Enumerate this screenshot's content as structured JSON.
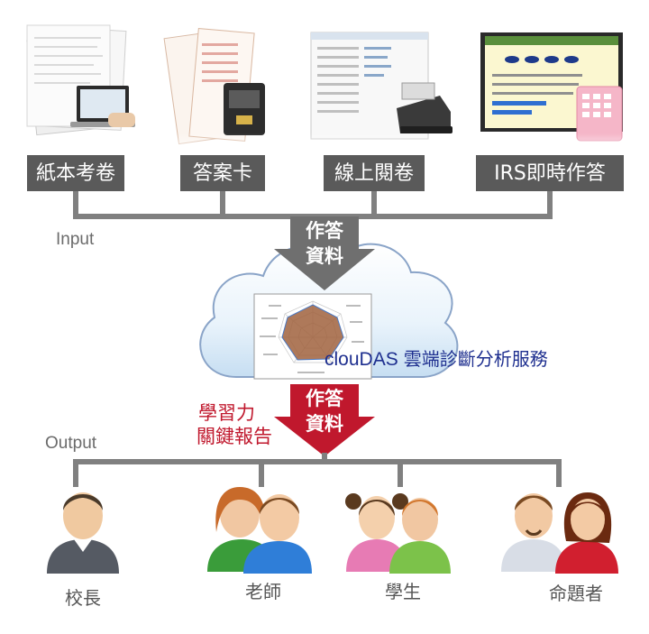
{
  "sources": [
    {
      "id": "paper",
      "label": "紙本考卷",
      "icon": "paper-exam-icon"
    },
    {
      "id": "card",
      "label": "答案卡",
      "icon": "answer-card-scanner-icon"
    },
    {
      "id": "online",
      "label": "線上閱卷",
      "icon": "online-grading-icon"
    },
    {
      "id": "irs",
      "label": "IRS即時作答",
      "icon": "irs-clicker-icon"
    }
  ],
  "input_label": "Input",
  "output_label": "Output",
  "top_arrow": {
    "line1": "作答",
    "line2": "資料",
    "color": "#6f6f6f"
  },
  "bottom_arrow": {
    "line1": "作答",
    "line2": "資料",
    "color": "#c0182d"
  },
  "service": {
    "en": "clouDAS",
    "zh": "雲端診斷分析服務",
    "color": "#1e2f8f"
  },
  "report": {
    "line1": "學習力",
    "line2": "關鍵報告",
    "color": "#c0182d"
  },
  "roles": [
    {
      "id": "principal",
      "label": "校長",
      "icon": "principal-avatar-icon"
    },
    {
      "id": "teacher",
      "label": "老師",
      "icon": "teachers-avatar-icon"
    },
    {
      "id": "student",
      "label": "學生",
      "icon": "students-avatar-icon"
    },
    {
      "id": "author",
      "label": "命題者",
      "icon": "question-authors-avatar-icon"
    }
  ],
  "colors": {
    "connector": "#808080",
    "label_box": "#5a5a5a",
    "cloud_stroke": "#8aa4c8"
  }
}
